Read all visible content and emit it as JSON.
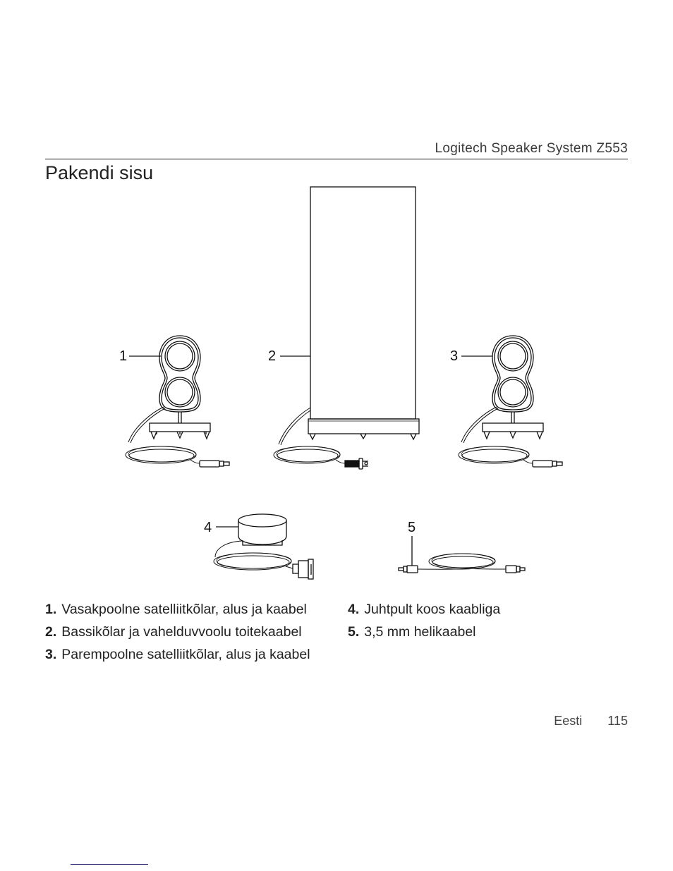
{
  "header": {
    "product": "Logitech Speaker System Z553"
  },
  "page_title": "Pakendi sisu",
  "callouts": [
    "1",
    "2",
    "3",
    "4",
    "5"
  ],
  "items": [
    {
      "num": "1.",
      "label": "Vasakpoolne satelliitkõlar, alus ja kaabel"
    },
    {
      "num": "2.",
      "label": "Bassikõlar ja vahelduvvoolu toitekaabel"
    },
    {
      "num": "3.",
      "label": "Parempoolne satelliitkõlar, alus ja kaabel"
    },
    {
      "num": "4.",
      "label": "Juhtpult koos kaabliga"
    },
    {
      "num": "5.",
      "label": "3,5 mm helikaabel"
    }
  ],
  "footer": {
    "language": "Eesti",
    "page_number": "115"
  },
  "colors": {
    "text": "#1a1a1a",
    "line": "#111111",
    "footnote_rule": "#1a1a6e"
  }
}
